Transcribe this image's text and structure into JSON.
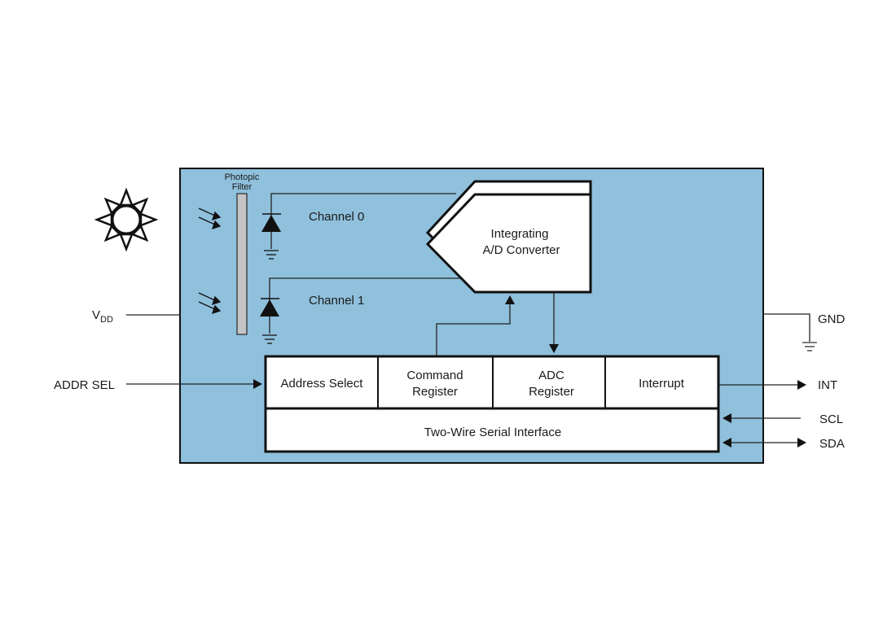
{
  "diagram": {
    "type": "block-diagram",
    "colors": {
      "chip_fill": "#8fc0dc",
      "chip_border": "#111111",
      "filter_fill": "#c4c4c4",
      "block_fill": "#ffffff"
    },
    "light_source": {
      "icon": "sun-icon"
    },
    "filter": {
      "line1": "Photopic",
      "line2": "Filter"
    },
    "channels": [
      {
        "label": "Channel 0"
      },
      {
        "label": "Channel 1"
      }
    ],
    "adc": {
      "line1": "Integrating",
      "line2": "A/D Converter"
    },
    "registers": [
      {
        "line1": "Address Select",
        "line2": ""
      },
      {
        "line1": "Command",
        "line2": "Register"
      },
      {
        "line1": "ADC",
        "line2": "Register"
      },
      {
        "line1": "Interrupt",
        "line2": ""
      }
    ],
    "serial": {
      "label": "Two-Wire Serial Interface"
    },
    "pins": {
      "vdd": {
        "main": "V",
        "sub": "DD"
      },
      "gnd": "GND",
      "addr_sel": "ADDR SEL",
      "int": "INT",
      "scl": "SCL",
      "sda": "SDA"
    }
  }
}
